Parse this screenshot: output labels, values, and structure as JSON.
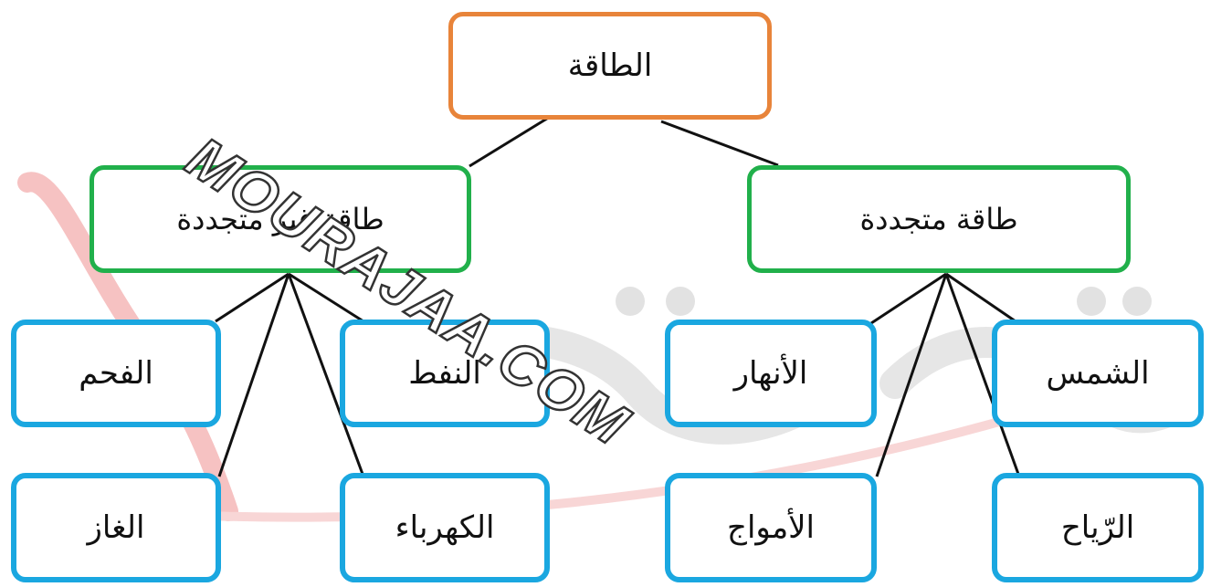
{
  "colors": {
    "root_border": "#e8843a",
    "category_border": "#21b04b",
    "leaf_border": "#1aa7e0",
    "connector": "#111111"
  },
  "watermark": {
    "brand_text": "MOURAJAA.COM",
    "script_mark": "مكتبة محمد"
  },
  "diagram": {
    "root": "الطاقة",
    "categories": {
      "renewable": "طاقة متجددة",
      "non_renewable": "طاقة غير متجددة"
    },
    "renewable_items": {
      "sun": "الشمس",
      "rivers": "الأنهار",
      "wind": "الرّياح",
      "waves": "الأمواج"
    },
    "non_renewable_items": {
      "oil": "النفط",
      "coal": "الفحم",
      "electricity": "الكهرباء",
      "gas": "الغاز"
    }
  }
}
